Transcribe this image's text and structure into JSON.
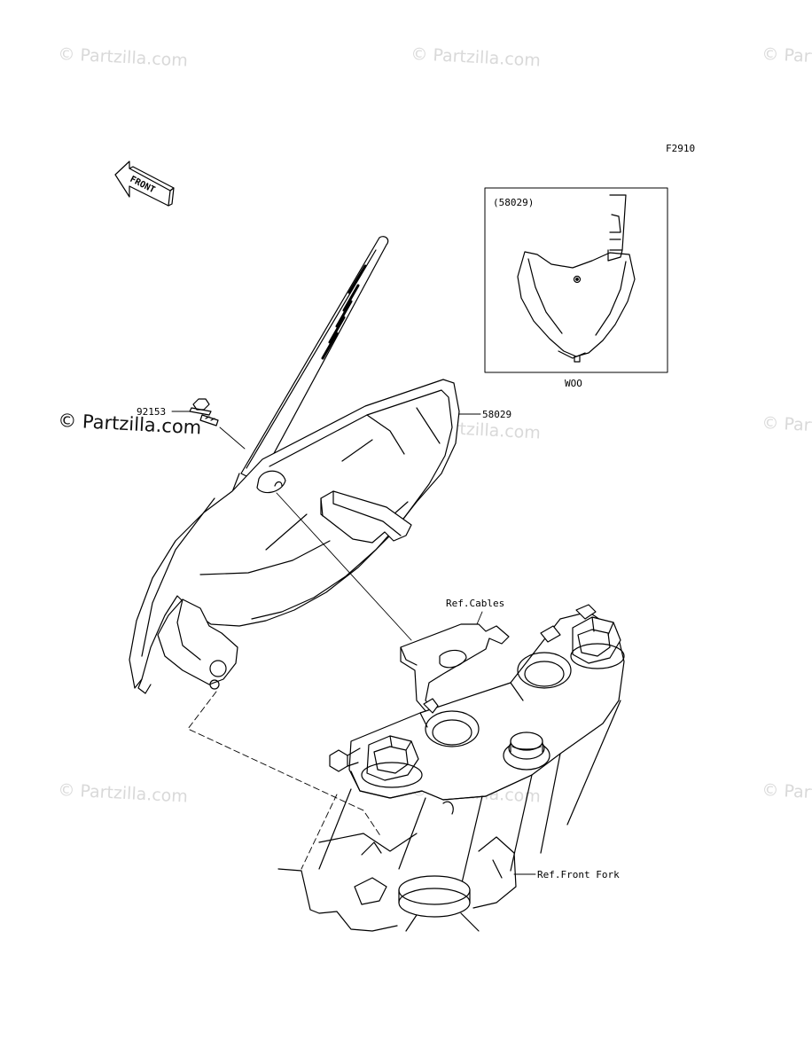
{
  "diagram": {
    "figure_code": "F2910",
    "watermark": "© Partzilla.com",
    "callouts": {
      "bolt": "92153",
      "plate": "58029",
      "inset_part": "(58029)",
      "inset_caption": "WOO",
      "cables_ref": "Ref.Cables",
      "fork_ref": "Ref.Front Fork"
    },
    "front_arrow_text": "FRONT"
  }
}
